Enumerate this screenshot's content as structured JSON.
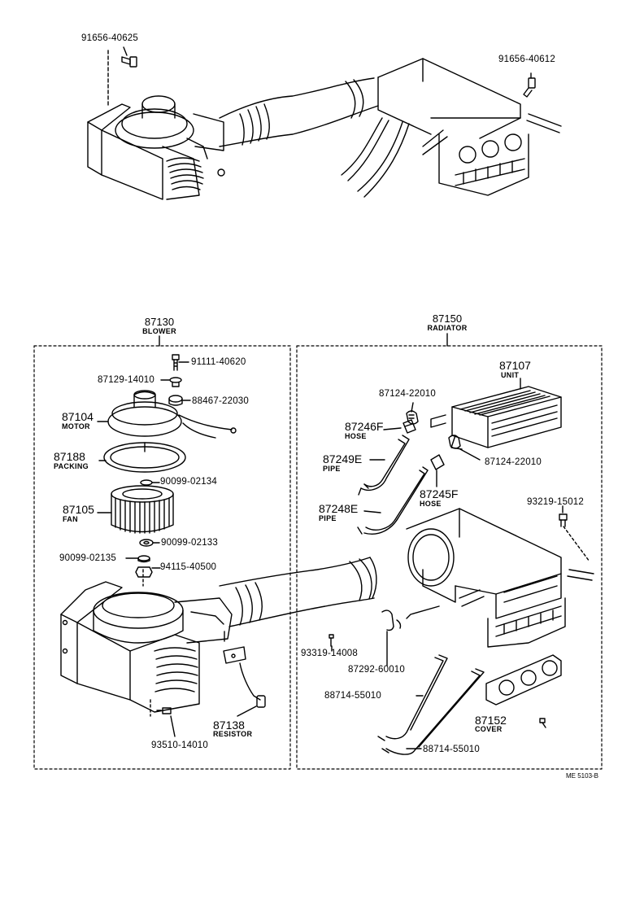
{
  "top_view": {
    "bolt_left": "91656-40625",
    "bolt_right": "91656-40612"
  },
  "blower_group": {
    "number": "87130",
    "name": "BLOWER",
    "parts": {
      "screw_top": "91111-40620",
      "washer_top": "87129-14010",
      "grommet": "88467-22030",
      "motor_no": "87104",
      "motor_name": "MOTOR",
      "packing_no": "87188",
      "packing_name": "PACKING",
      "washer_a": "90099-02134",
      "fan_no": "87105",
      "fan_name": "FAN",
      "washer_b": "90099-02133",
      "washer_c": "90099-02135",
      "nut": "94115-40500",
      "resistor_no": "87138",
      "resistor_name": "RESISTOR",
      "screw_bottom": "93510-14010"
    }
  },
  "radiator_group": {
    "number": "87150",
    "name": "RADIATOR",
    "parts": {
      "unit_no": "87107",
      "unit_name": "UNIT",
      "clamp_top": "87124-22010",
      "clamp_right": "87124-22010",
      "hose_a_no": "87246F",
      "hose_a_name": "HOSE",
      "pipe_a_no": "87249E",
      "pipe_a_name": "PIPE",
      "hose_b_no": "87245F",
      "hose_b_name": "HOSE",
      "pipe_b_no": "87248E",
      "pipe_b_name": "PIPE",
      "bolt": "93219-15012",
      "screw": "93319-14008",
      "clip": "87292-60010",
      "tube_a": "88714-55010",
      "tube_b": "88714-55010",
      "cover_no": "87152",
      "cover_name": "COVER"
    }
  },
  "figure_code": "ME 5103-B"
}
